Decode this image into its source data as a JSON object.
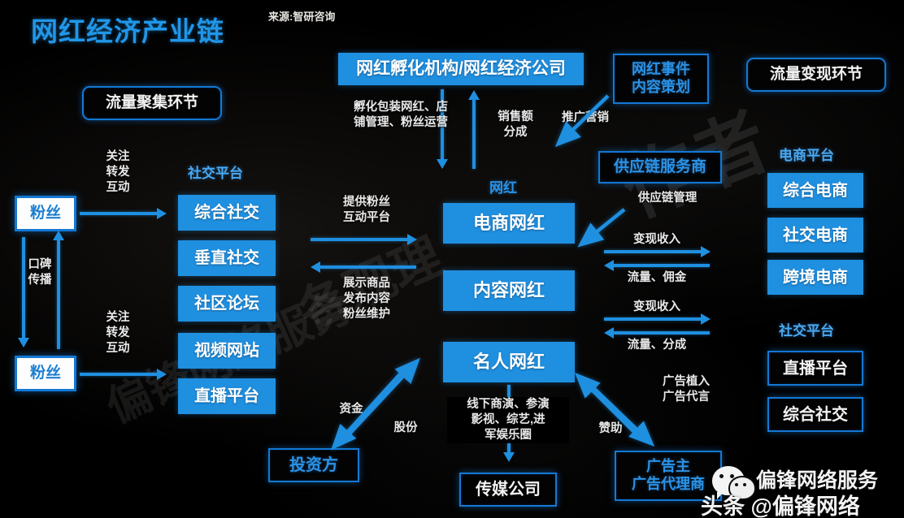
{
  "title": "网红经济产业链",
  "source": "来源:智研咨询",
  "stage_labels": {
    "traffic_gather": "流量聚集环节",
    "traffic_monetize": "流量变现环节"
  },
  "left": {
    "fans_top": "粉丝",
    "fans_bottom": "粉丝",
    "word_of_mouth": "口碑\n传播",
    "follow_top": "关注\n转发\n互动",
    "follow_bottom": "关注\n转发\n互动",
    "social_group_title": "社交平台",
    "social_items": [
      "综合社交",
      "垂直社交",
      "社区论坛",
      "视频网站",
      "直播平台"
    ]
  },
  "center": {
    "incubator": "网红孵化机构/网红经济公司",
    "incubator_out": "孵化包装网红、店\n铺管理、粉丝运营",
    "incubator_in": "销售额\n分成",
    "kol_caption": "网红",
    "kol_boxes": [
      "电商网红",
      "内容网红",
      "名人网红"
    ],
    "platform_to_kol": "提供粉丝\n互动平台",
    "kol_to_platform": "展示商品\n发布内容\n粉丝维护",
    "funding": "资金",
    "equity": "股份",
    "investor": "投资方",
    "entertainment": "线下商演、参演\n影视、综艺,进\n军娱乐圈",
    "media_company": "传媒公司"
  },
  "right": {
    "event_planning": "网红事件\n内容策划",
    "promotion_marketing": "推广营销",
    "supply_chain_provider": "供应链服务商",
    "supply_chain_mgmt": "供应链管理",
    "flow_top_out": "变现收入",
    "flow_top_in": "流量、佣金",
    "flow_bottom_out": "变现收入",
    "flow_bottom_in": "流量、分成",
    "ad_insert": "广告植入\n广告代言",
    "sponsor": "赞助",
    "advertiser": "广告主\n广告代理商",
    "ecom_group_title": "电商平台",
    "ecom_items": [
      "综合电商",
      "社交电商",
      "跨境电商"
    ],
    "social_group_title": "社交平台",
    "social_items": [
      "直播平台",
      "综合社交"
    ]
  },
  "branding": {
    "wechat_text": "偏锋网络服务",
    "toutiao_text": "头条 @偏锋网络"
  },
  "watermarks": {
    "w1": "偏锋网络服务",
    "w2": "作者",
    "w3": "各观理"
  },
  "colors": {
    "accent": "#1f8fe0",
    "accent_light": "#4aa8f0",
    "background": "#000000",
    "text_light": "#e9e9e9"
  }
}
